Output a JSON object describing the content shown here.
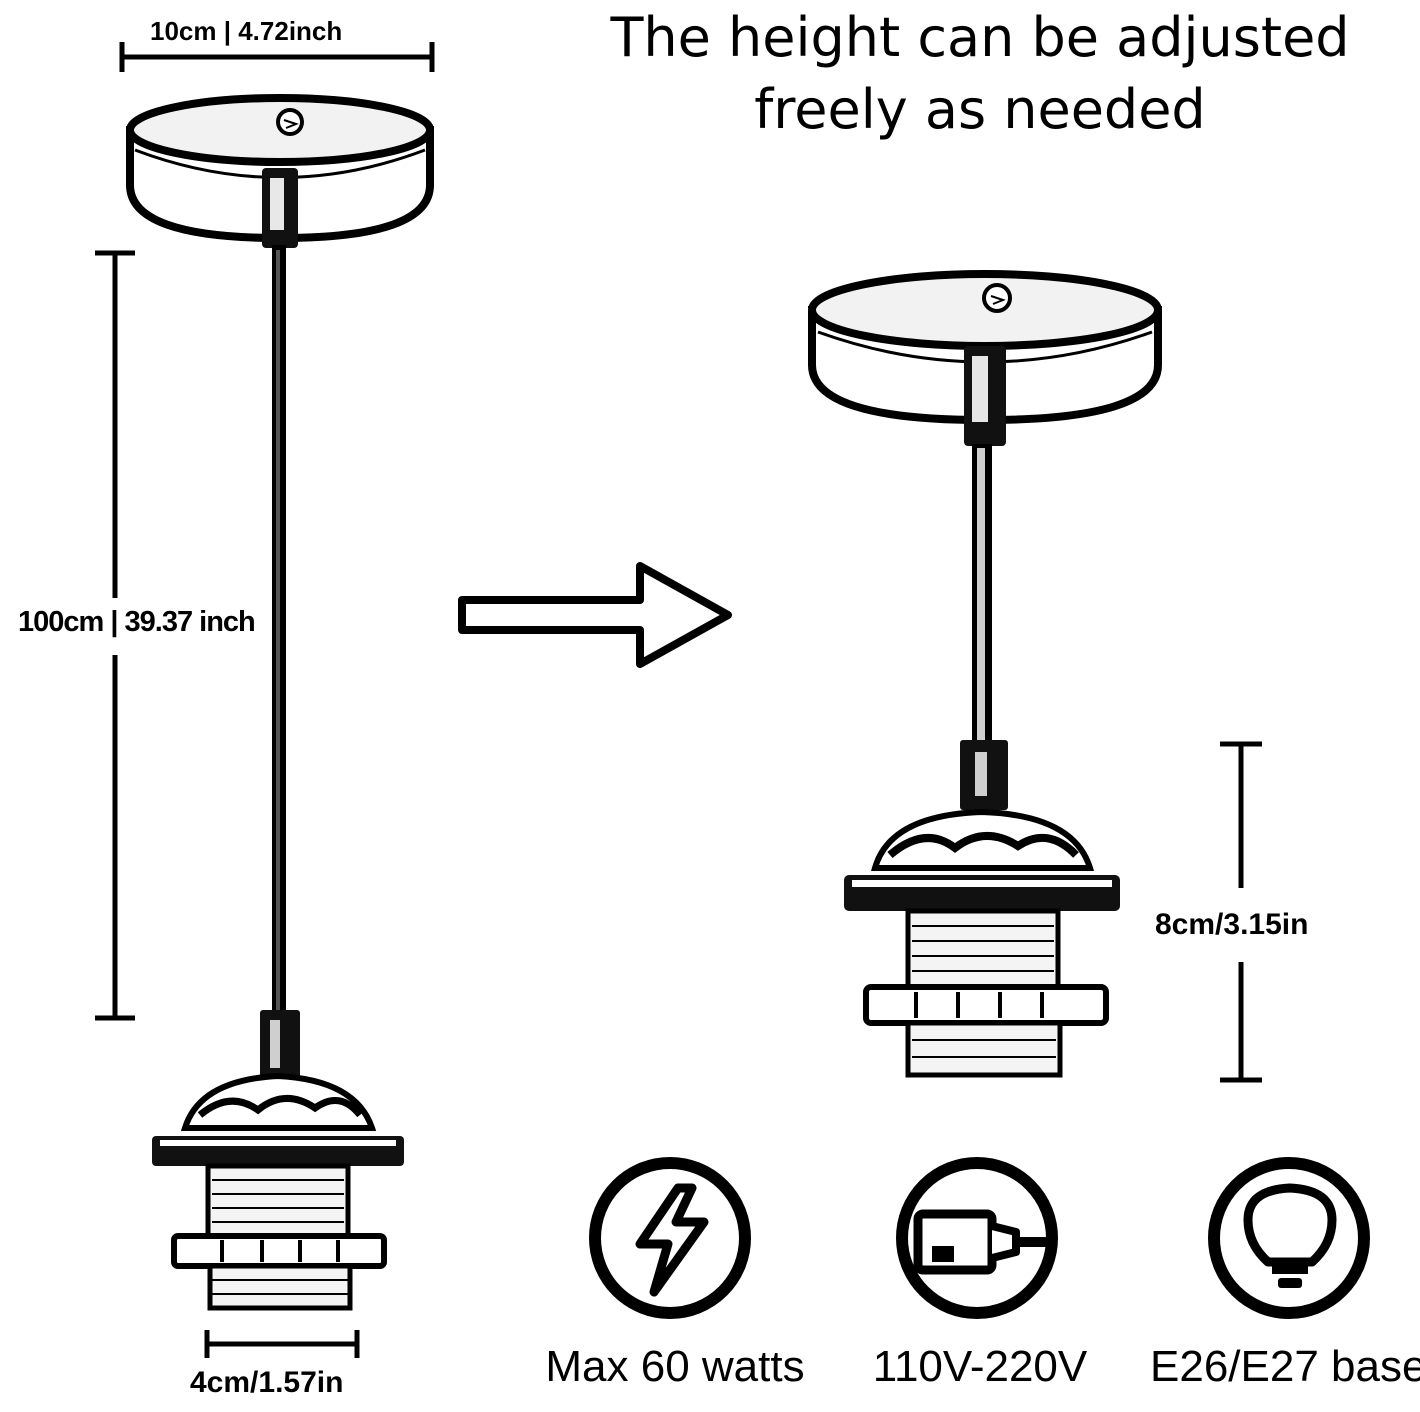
{
  "headline": {
    "line1": "The height can be adjusted",
    "line2": "freely as needed"
  },
  "dimensions": {
    "canopy_width": "10cm | 4.72inch",
    "cord_length": "100cm | 39.37 inch",
    "socket_width": "4cm/1.57in",
    "socket_height": "8cm/3.15in"
  },
  "features": [
    {
      "icon": "lightning-icon",
      "label": "Max 60 watts"
    },
    {
      "icon": "plug-icon",
      "label": "110V-220V"
    },
    {
      "icon": "bulb-icon",
      "label": "E26/E27 base"
    }
  ]
}
